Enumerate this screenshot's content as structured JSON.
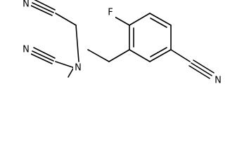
{
  "molecule": {
    "atoms": {
      "fluorine": "F",
      "amine_nitrogen": "N",
      "nitrile_nitrogen_upper": "N",
      "nitrile_nitrogen_lower": "N",
      "nitrile_nitrogen_aryl": "N"
    },
    "colors": {
      "bond": "#000000",
      "background": "#ffffff"
    }
  }
}
